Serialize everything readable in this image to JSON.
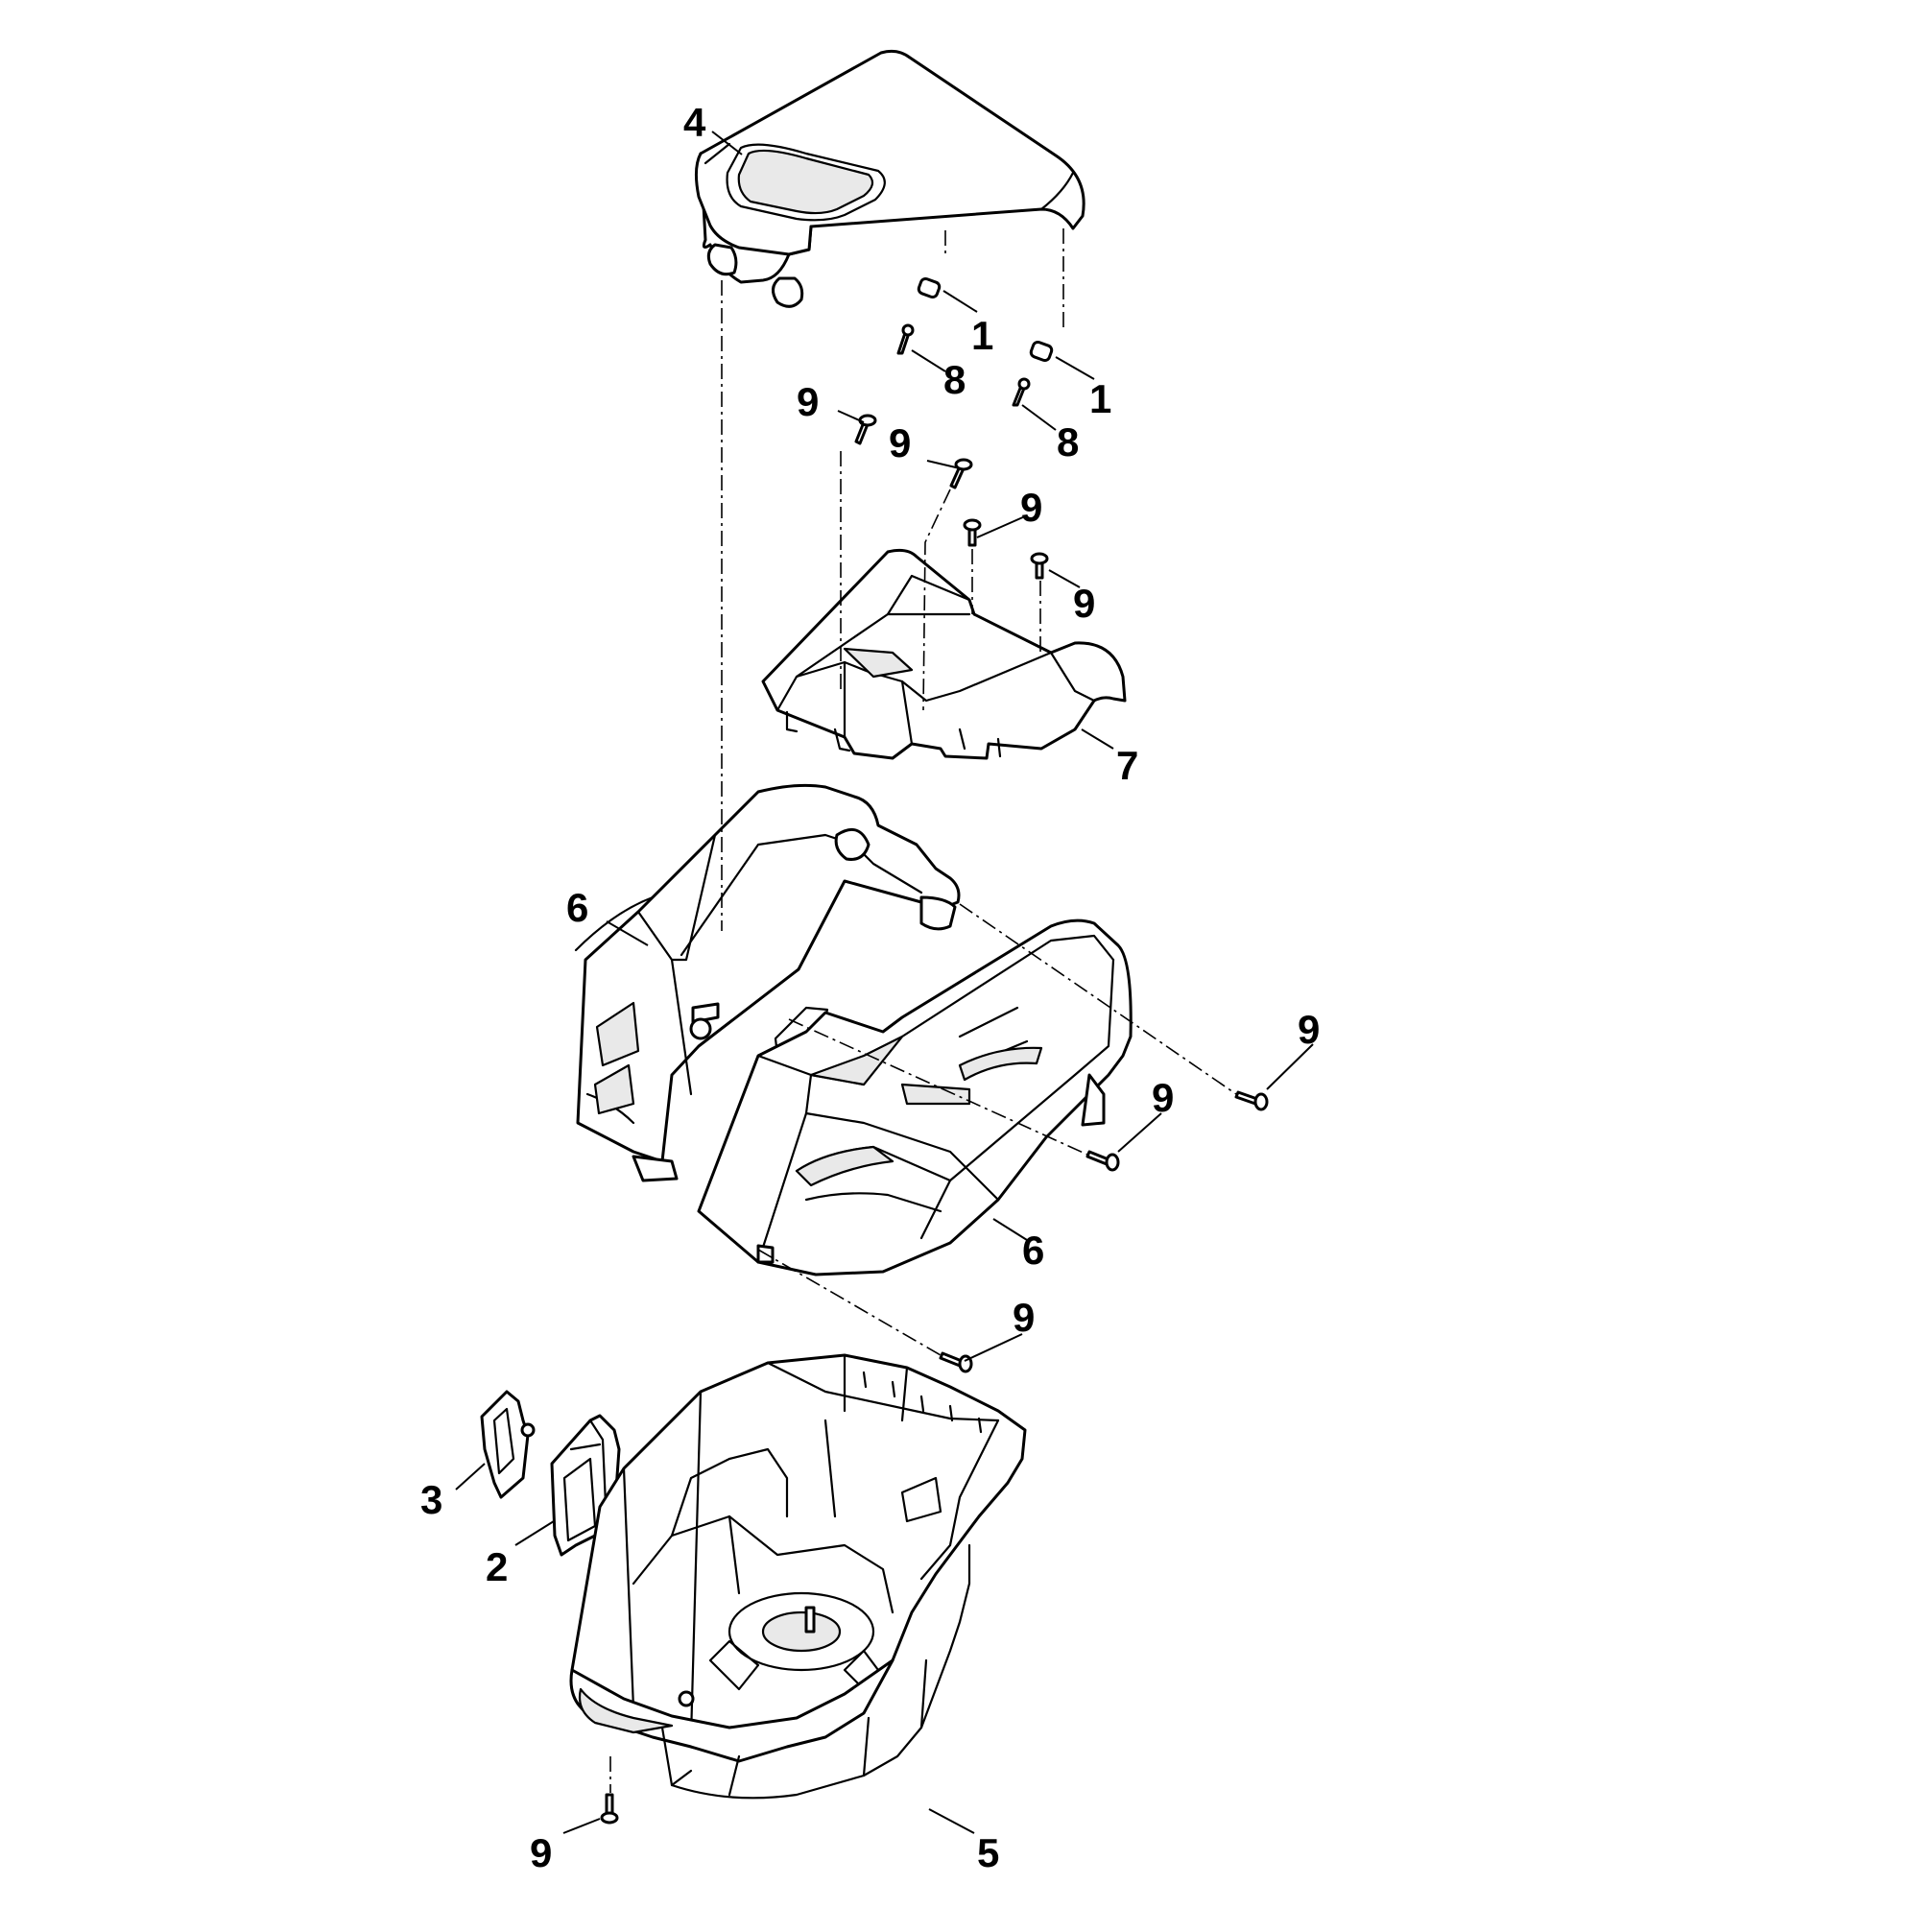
{
  "diagram": {
    "callouts": [
      {
        "id": "c-4",
        "label": "4"
      },
      {
        "id": "c-1a",
        "label": "1"
      },
      {
        "id": "c-8a",
        "label": "8"
      },
      {
        "id": "c-1b",
        "label": "1"
      },
      {
        "id": "c-8b",
        "label": "8"
      },
      {
        "id": "c-9a",
        "label": "9"
      },
      {
        "id": "c-9b",
        "label": "9"
      },
      {
        "id": "c-9c",
        "label": "9"
      },
      {
        "id": "c-9d",
        "label": "9"
      },
      {
        "id": "c-7",
        "label": "7"
      },
      {
        "id": "c-6a",
        "label": "6"
      },
      {
        "id": "c-9e",
        "label": "9"
      },
      {
        "id": "c-9f",
        "label": "9"
      },
      {
        "id": "c-6b",
        "label": "6"
      },
      {
        "id": "c-9g",
        "label": "9"
      },
      {
        "id": "c-3",
        "label": "3"
      },
      {
        "id": "c-2",
        "label": "2"
      },
      {
        "id": "c-5",
        "label": "5"
      },
      {
        "id": "c-9h",
        "label": "9"
      }
    ]
  }
}
